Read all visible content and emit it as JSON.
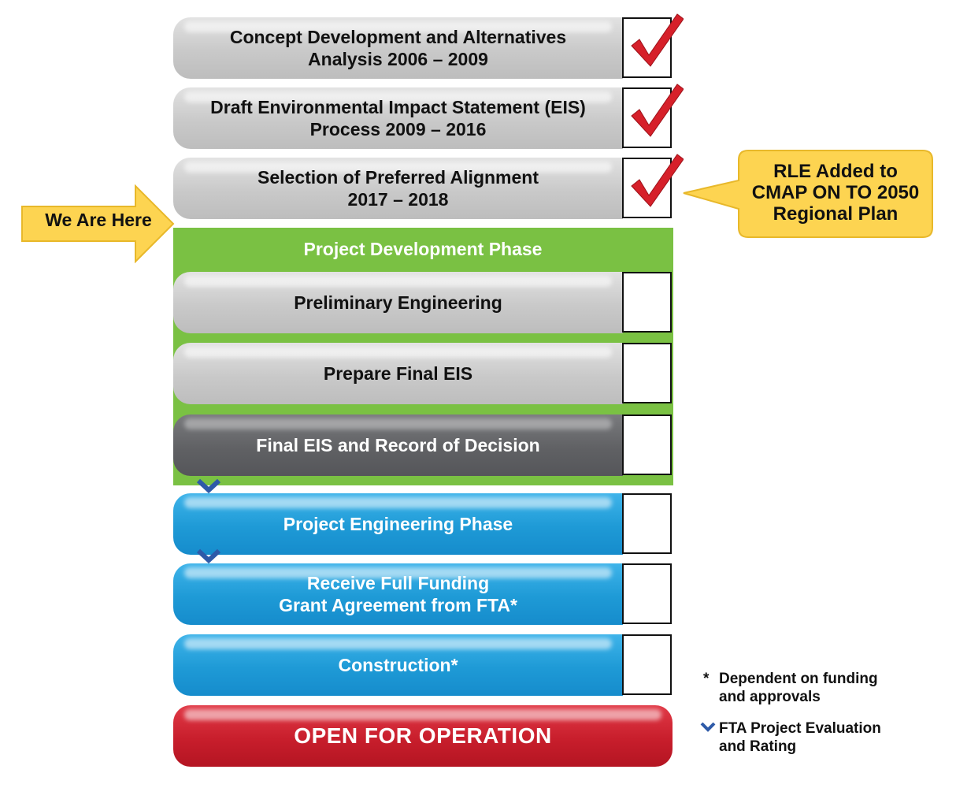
{
  "stages": [
    {
      "label": "Concept Development and Alternatives\nAnalysis 2006 – 2009",
      "complete": true
    },
    {
      "label": "Draft Environmental Impact Statement (EIS)\nProcess 2009 – 2016",
      "complete": true
    },
    {
      "label": "Selection of Preferred Alignment\n2017 – 2018",
      "complete": true
    },
    {
      "label": "Preliminary Engineering",
      "complete": false
    },
    {
      "label": "Prepare Final EIS",
      "complete": false
    },
    {
      "label": "Final EIS and Record of Decision",
      "complete": false
    },
    {
      "label": "Project Engineering Phase",
      "complete": false
    },
    {
      "label": "Receive Full Funding\nGrant Agreement from FTA*",
      "complete": false
    },
    {
      "label": "Construction*",
      "complete": false
    }
  ],
  "phase_label": "Project Development Phase",
  "final_stage": "OPEN FOR OPERATION",
  "marker_label": "We Are Here",
  "callout": "RLE Added to\nCMAP ON TO 2050\nRegional Plan",
  "notes": {
    "asterisk_symbol": "*",
    "asterisk_text": "Dependent on funding\nand approvals",
    "chevron_text": "FTA Project Evaluation\nand Rating"
  },
  "colors": {
    "gray": "#c9c9c9",
    "dark": "#606164",
    "green": "#7ac143",
    "blue": "#1e9ad6",
    "red": "#c81e2c",
    "yellow": "#fdd451",
    "check": "#d6202a",
    "chevron": "#2e5aa8"
  }
}
